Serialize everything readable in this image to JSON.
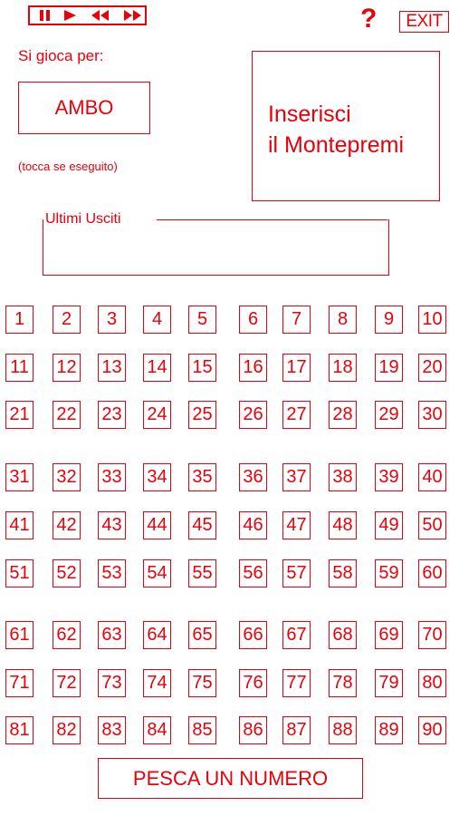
{
  "toolbar": {
    "media_icons": [
      "pause-icon",
      "play-icon",
      "rewind-icon",
      "fast-forward-icon"
    ],
    "help_label": "?",
    "exit_label": "EXIT"
  },
  "game": {
    "si_gioca_label": "Si gioca per:",
    "current_prize": "AMBO",
    "tap_hint": "(tocca se eseguito)"
  },
  "montepremi": {
    "line1": "Inserisci",
    "line2": "il Montepremi"
  },
  "ultimi_usciti": {
    "label": "Ultimi Usciti",
    "numbers": []
  },
  "board": {
    "numbers": [
      1,
      2,
      3,
      4,
      5,
      6,
      7,
      8,
      9,
      10,
      11,
      12,
      13,
      14,
      15,
      16,
      17,
      18,
      19,
      20,
      21,
      22,
      23,
      24,
      25,
      26,
      27,
      28,
      29,
      30,
      31,
      32,
      33,
      34,
      35,
      36,
      37,
      38,
      39,
      40,
      41,
      42,
      43,
      44,
      45,
      46,
      47,
      48,
      49,
      50,
      51,
      52,
      53,
      54,
      55,
      56,
      57,
      58,
      59,
      60,
      61,
      62,
      63,
      64,
      65,
      66,
      67,
      68,
      69,
      70,
      71,
      72,
      73,
      74,
      75,
      76,
      77,
      78,
      79,
      80,
      81,
      82,
      83,
      84,
      85,
      86,
      87,
      88,
      89,
      90
    ]
  },
  "draw_button_label": "PESCA UN NUMERO",
  "colors": {
    "accent": "#e8000b",
    "background": "#ffffff"
  }
}
